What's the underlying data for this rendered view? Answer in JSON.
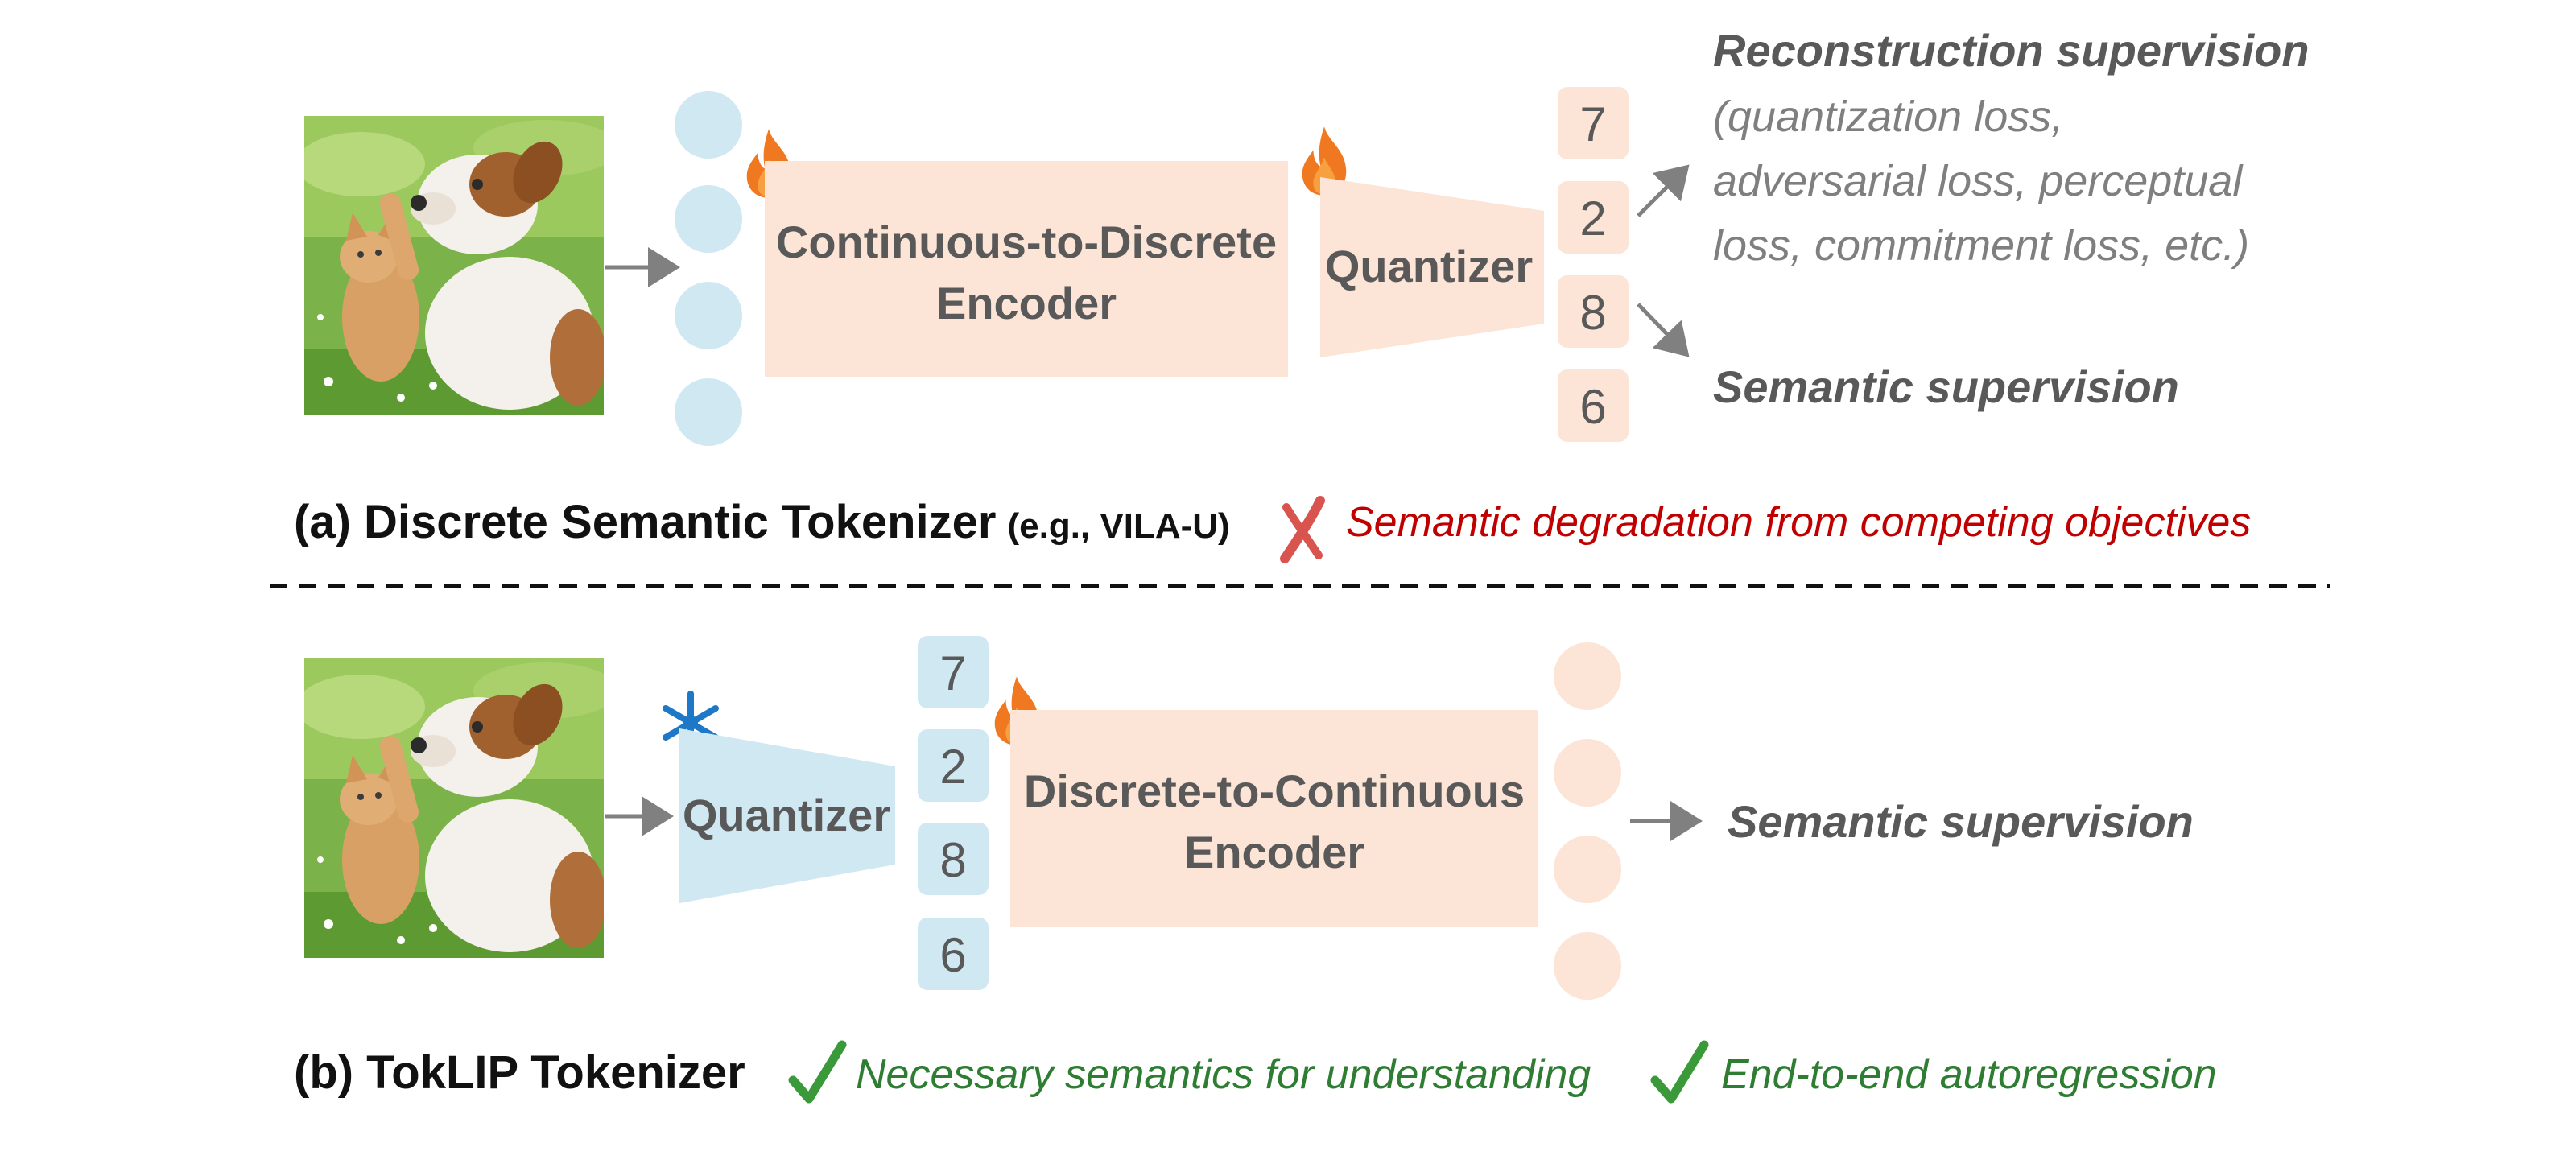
{
  "panel_a": {
    "encoder_label": [
      "Continuous-to-Discrete",
      "Encoder"
    ],
    "quantizer_label": "Quantizer",
    "tokens": [
      "7",
      "2",
      "8",
      "6"
    ],
    "reconstruction_title": "Reconstruction supervision",
    "reconstruction_details": [
      "(quantization loss,",
      "adversarial loss, perceptual",
      "loss, commitment loss, etc.)"
    ],
    "semantic_label": "Semantic supervision",
    "caption_main": "(a) Discrete Semantic Tokenizer",
    "caption_example": "(e.g., VILA-U)",
    "verdict": "Semantic degradation from competing objectives"
  },
  "panel_b": {
    "quantizer_label": "Quantizer",
    "tokens": [
      "7",
      "2",
      "8",
      "6"
    ],
    "encoder_label": [
      "Discrete-to-Continuous",
      "Encoder"
    ],
    "semantic_label": "Semantic supervision",
    "caption_main": "(b) TokLIP Tokenizer",
    "benefits": [
      "Necessary semantics for understanding",
      "End-to-end autoregression"
    ]
  },
  "colors": {
    "peach": "#FCE4D6",
    "light_blue": "#D0E8F2",
    "text_gray": "#595959",
    "detail_gray": "#7F7F7F",
    "arrow_gray": "#808080",
    "red": "#C00000",
    "cross_red": "#D9534F",
    "green": "#2E7D32",
    "check_green": "#3A9A3A",
    "flame_orange": "#F07820",
    "snowflake_blue": "#1E78C8"
  },
  "icons": {
    "trainable": "fire-icon",
    "frozen": "snowflake-icon",
    "bad": "cross-icon",
    "good": "check-icon"
  }
}
